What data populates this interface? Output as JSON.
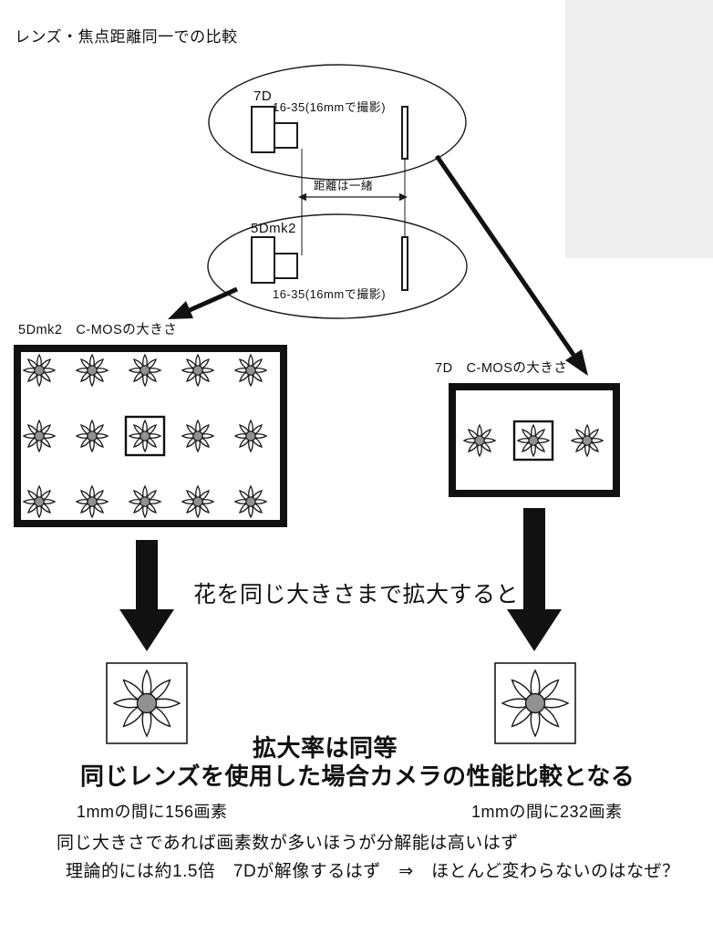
{
  "title": "レンズ・焦点距離同一での比較",
  "setup": {
    "top": {
      "camera": "7D",
      "lens": "16-35(16mmで撮影)"
    },
    "bottom": {
      "camera": "5Dmk2",
      "lens": "16-35(16mmで撮影)"
    },
    "distance_note": "距離は一緒"
  },
  "sensors": {
    "left_label": "5Dmk2　C-MOSの大きさ",
    "right_label": "7D　C-MOSの大きさ",
    "left_flower_count": 15,
    "right_flower_count": 3
  },
  "enlarge_caption": "花を同じ大きさまで拡大すると",
  "conclusion": {
    "equal_magnification": "拡大率は同等",
    "comparison_statement": "同じレンズを使用した場合カメラの性能比較となる",
    "left_pixel_density": "1mmの間に156画素",
    "right_pixel_density": "1mmの間に232画素",
    "resolution_note": "同じ大きさであれば画素数が多いほうが分解能は高いはず",
    "theory_note": "理論的には約1.5倍　7Dが解像するはず　⇒　ほとんど変わらないのはなぜ？"
  },
  "colors": {
    "ink": "#1a1a1a",
    "flower_center": "#919191",
    "gray_patch": "#efefef"
  }
}
